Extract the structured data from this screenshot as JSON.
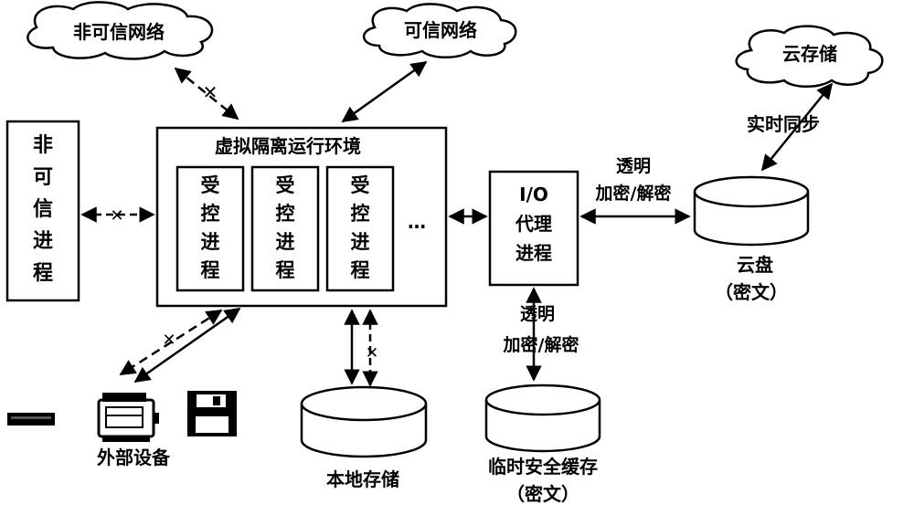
{
  "clouds": {
    "untrusted_network": "非可信网络",
    "trusted_network": "可信网络",
    "cloud_storage": "云存储"
  },
  "untrusted_process": [
    "非",
    "可",
    "信",
    "进",
    "程"
  ],
  "virtual_env": {
    "title": "虚拟隔离运行环境",
    "controlled_process": [
      "受",
      "控",
      "进",
      "程"
    ],
    "ellipsis": "…"
  },
  "io_proxy": {
    "line1": "I/O",
    "line2": "代理",
    "line3": "进程"
  },
  "labels": {
    "transparent_top": "透明",
    "encrypt_top": "加密/解密",
    "realtime_sync": "实时同步",
    "cloud_disk": "云盘",
    "cloud_disk_sub": "（密文）",
    "transparent_bottom": "透明",
    "encrypt_bottom": "加密/解密",
    "temp_cache": "临时安全缓存",
    "temp_cache_sub": "（密文）",
    "local_storage": "本地存储",
    "external_devices": "外部设备"
  },
  "colors": {
    "ink": "#000000",
    "background": "#ffffff"
  }
}
